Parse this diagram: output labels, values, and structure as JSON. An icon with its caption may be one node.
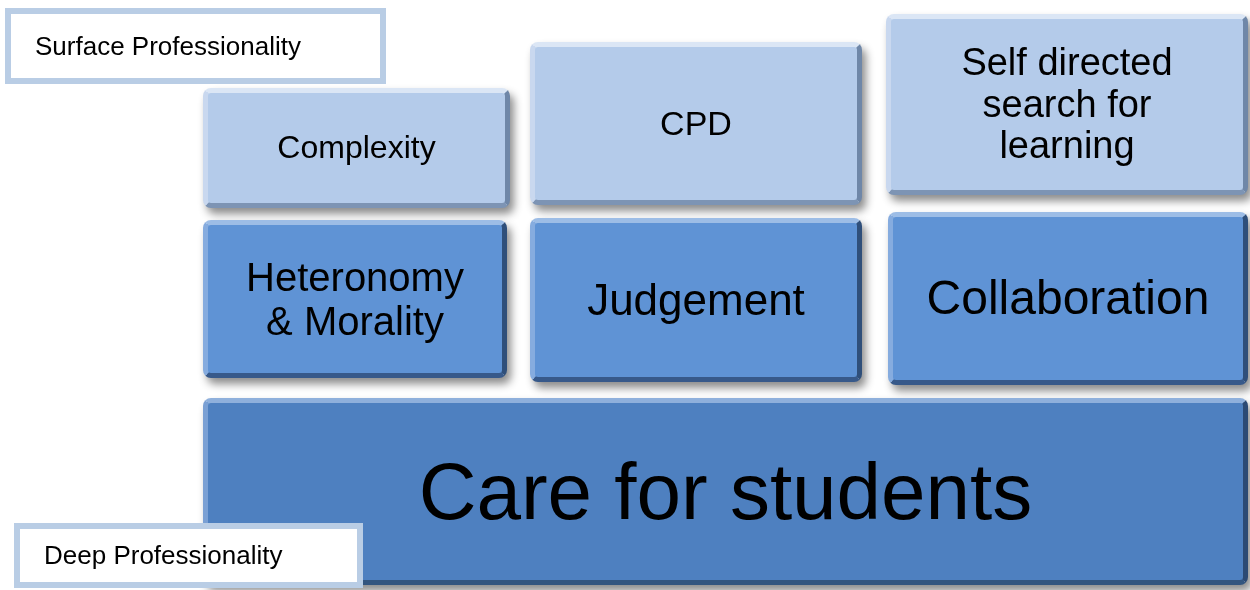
{
  "diagram": {
    "nodes": [
      {
        "text": [
          "Surface Professionality"
        ]
      },
      {
        "text": [
          "Complexity"
        ]
      },
      {
        "text": [
          "CPD"
        ]
      },
      {
        "text": [
          "Self directed search for learning"
        ]
      },
      {
        "text": [
          "Heteronomy & Morality"
        ]
      },
      {
        "text": [
          "Judgement"
        ]
      },
      {
        "text": [
          "Collaboration"
        ]
      },
      {
        "text": [
          "Care for students"
        ]
      },
      {
        "text": [
          "Deep Professionality"
        ]
      }
    ]
  }
}
